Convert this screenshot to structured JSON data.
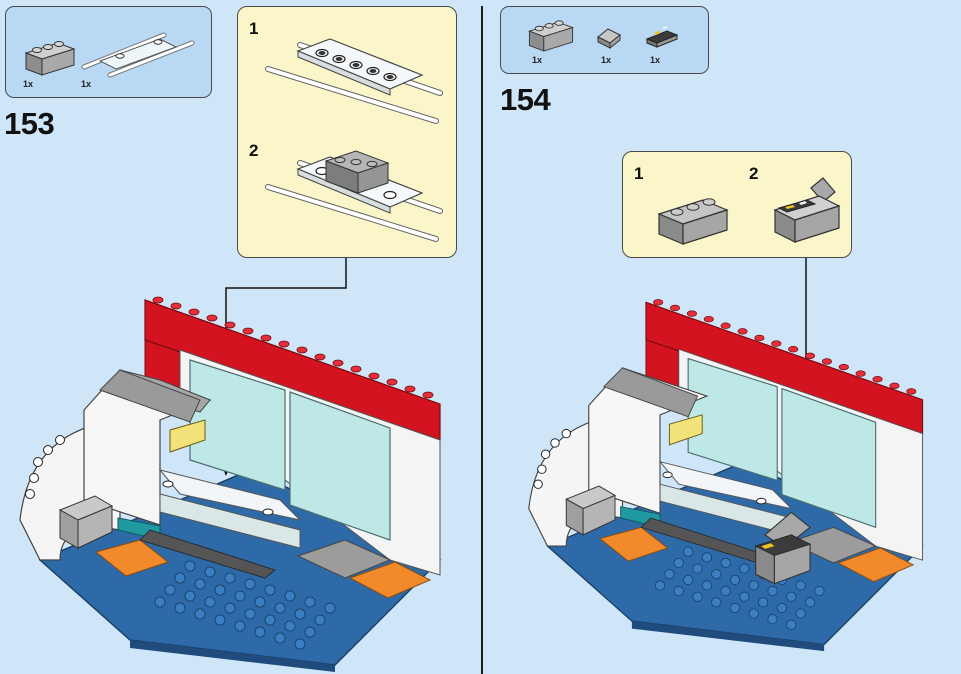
{
  "steps": [
    {
      "number": "153",
      "parts": [
        {
          "icon": "gray-brick-1x3-icon",
          "qty": "1x"
        },
        {
          "icon": "white-stretcher-plate-icon",
          "qty": "1x"
        }
      ],
      "sub_steps": [
        "1",
        "2"
      ]
    },
    {
      "number": "154",
      "parts": [
        {
          "icon": "gray-brick-1x3-icon",
          "qty": "1x"
        },
        {
          "icon": "gray-slope-tile-icon",
          "qty": "1x"
        },
        {
          "icon": "printed-control-tile-icon",
          "qty": "1x"
        }
      ],
      "sub_steps": [
        "1",
        "2"
      ]
    }
  ],
  "colors": {
    "background": "#cfe6f8",
    "callout": "#fbf6c9",
    "parts_box": "#b9d8f3",
    "base_blue": "#2e6aa8",
    "wall_red": "#d3131f",
    "window": "#bde8e6",
    "brick_gray": "#9c9c9c",
    "orange": "#f08a2a",
    "teal": "#1e9aa0"
  }
}
